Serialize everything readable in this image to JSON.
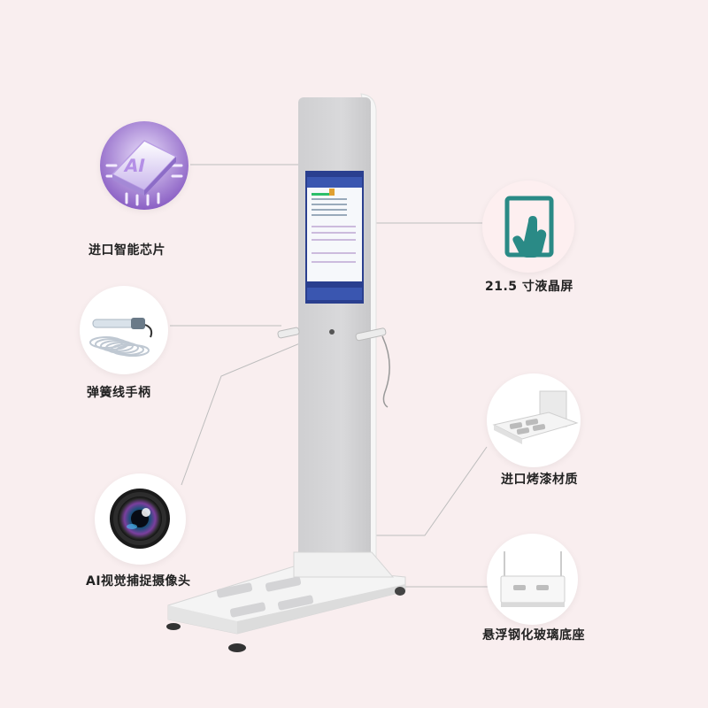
{
  "features": {
    "ai_chip": {
      "label": "进口智能芯片",
      "chip_text": "AI"
    },
    "lcd_screen": {
      "label": "21.5 寸液晶屏"
    },
    "handle": {
      "label": "弹簧线手柄"
    },
    "paint": {
      "label": "进口烤漆材质"
    },
    "camera": {
      "label": "AI视觉捕捉摄像头"
    },
    "glass_base": {
      "label": "悬浮钢化玻璃底座"
    }
  },
  "colors": {
    "background": "#f9eeef",
    "chip_purple": "#9b7fd0",
    "touch_teal": "#2a8a86",
    "panel_gray": "#d7d7d9",
    "screen_blue": "#2a3f8f"
  }
}
